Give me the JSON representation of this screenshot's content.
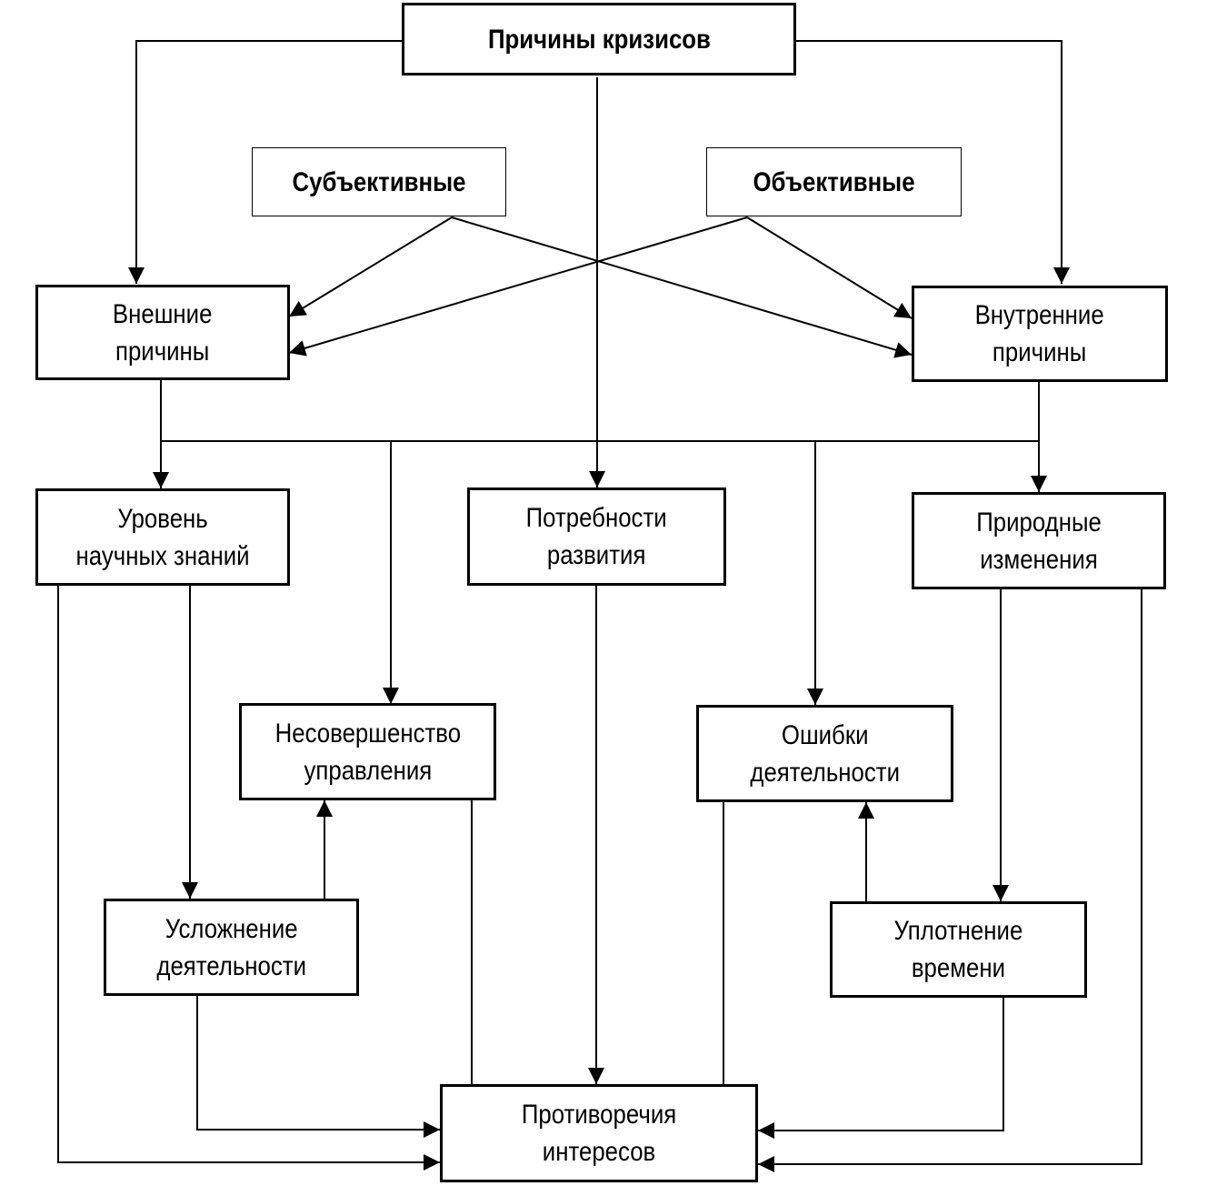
{
  "nodes": {
    "root": "Причины кризисов",
    "subjective": "Субъективные",
    "objective": "Объективные",
    "external": "Внешние\nпричины",
    "internal": "Внутренние\nпричины",
    "science": "Уровень\nнаучных знаний",
    "needs": "Потребности\nразвития",
    "nature": "Природные\nизменения",
    "management": "Несовершенство\nуправления",
    "errors": "Ошибки\nдеятельности",
    "complexity": "Усложнение\nдеятельности",
    "time": "Уплотнение\nвремени",
    "conflict": "Противоречия\nинтересов"
  },
  "edges": [
    [
      "root",
      "external"
    ],
    [
      "root",
      "internal"
    ],
    [
      "root",
      "needs"
    ],
    [
      "subjective",
      "external"
    ],
    [
      "subjective",
      "internal"
    ],
    [
      "objective",
      "external"
    ],
    [
      "objective",
      "internal"
    ],
    [
      "external",
      "science"
    ],
    [
      "external",
      "management"
    ],
    [
      "external",
      "errors"
    ],
    [
      "external",
      "nature"
    ],
    [
      "internal",
      "science"
    ],
    [
      "internal",
      "management"
    ],
    [
      "internal",
      "errors"
    ],
    [
      "internal",
      "nature"
    ],
    [
      "science",
      "complexity"
    ],
    [
      "science",
      "conflict"
    ],
    [
      "complexity",
      "management"
    ],
    [
      "complexity",
      "conflict"
    ],
    [
      "management",
      "conflict"
    ],
    [
      "needs",
      "conflict"
    ],
    [
      "nature",
      "time"
    ],
    [
      "nature",
      "conflict"
    ],
    [
      "time",
      "errors"
    ],
    [
      "time",
      "conflict"
    ],
    [
      "errors",
      "conflict"
    ]
  ]
}
